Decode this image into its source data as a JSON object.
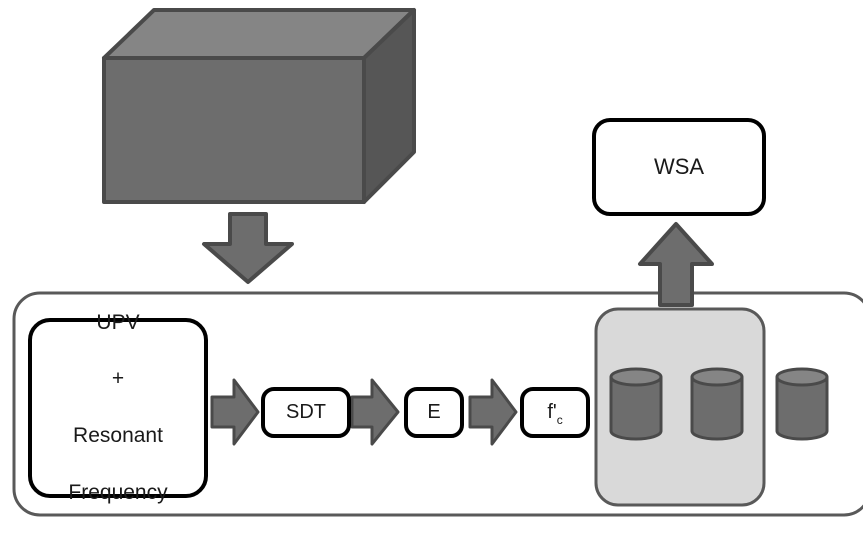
{
  "diagram": {
    "input_box": {
      "line1": "UPV",
      "line2": "+",
      "line3": "Resonant",
      "line4": "Frequency"
    },
    "steps": {
      "sdt": "SDT",
      "e": "E",
      "fc_main": "f'",
      "fc_sub": "c"
    },
    "output_box": {
      "label": "WSA"
    }
  },
  "colors": {
    "shape_fill": "#6d6d6d",
    "shape_dark": "#565656",
    "shape_light": "#858585",
    "outline": "#4a4a4a",
    "box_border": "#000000",
    "group_fill": "#d9d9d9",
    "container_border": "#595959"
  }
}
